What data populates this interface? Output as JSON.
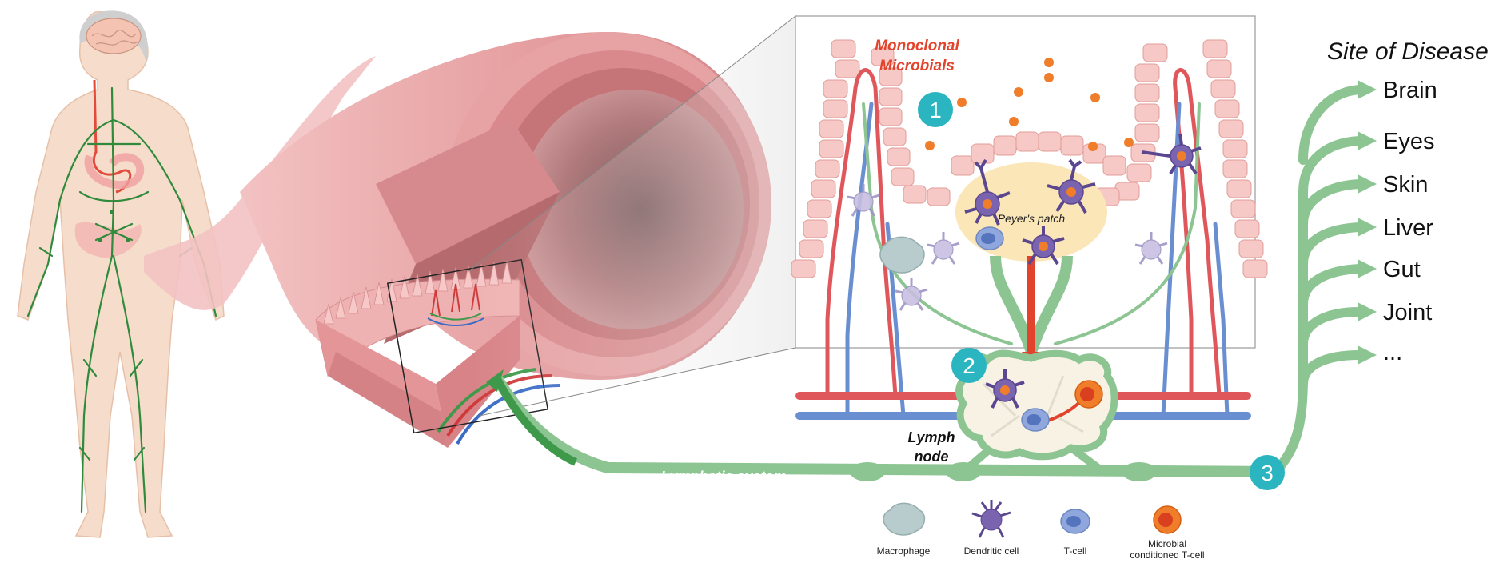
{
  "labels": {
    "monoclonal_line1": "Monoclonal",
    "monoclonal_line2": "Microbials",
    "peyers_patch": "Peyer's patch",
    "lymph_line1": "Lymph",
    "lymph_line2": "node",
    "lymphatic_system": "Lymphatic system"
  },
  "steps": [
    "1",
    "2",
    "3"
  ],
  "site_of_disease": {
    "title": "Site of Disease",
    "items": [
      "Brain",
      "Eyes",
      "Skin",
      "Liver",
      "Gut",
      "Joint",
      "..."
    ]
  },
  "legend": {
    "macrophage": "Macrophage",
    "dendritic_cell": "Dendritic cell",
    "t_cell": "T-cell",
    "conditioned_line1": "Microbial",
    "conditioned_line2": "conditioned T-cell"
  },
  "colors": {
    "lymph_green": "#8cc492",
    "lymph_dark_green": "#3e9a4a",
    "artery_red": "#e0575b",
    "vein_blue": "#6a8fd0",
    "step_teal": "#2bb5c0",
    "microbe_orange": "#ef7d2a",
    "title_red": "#e2432c",
    "intestine_pink": "#e8989a"
  },
  "icons": [
    "human-body-icon",
    "brain-icon",
    "intestine-section-icon",
    "macrophage-icon",
    "dendritic-cell-icon",
    "t-cell-icon",
    "conditioned-t-cell-icon"
  ]
}
